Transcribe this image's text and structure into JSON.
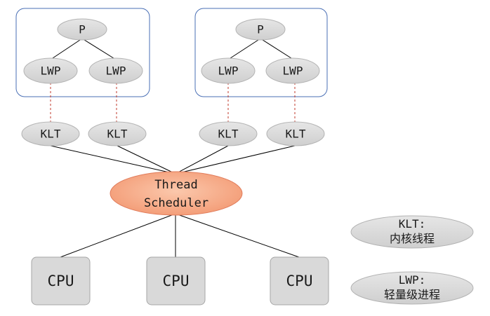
{
  "process_groups": [
    {
      "process": "P",
      "lwps": [
        "LWP",
        "LWP"
      ],
      "klts": [
        "KLT",
        "KLT"
      ]
    },
    {
      "process": "P",
      "lwps": [
        "LWP",
        "LWP"
      ],
      "klts": [
        "KLT",
        "KLT"
      ]
    }
  ],
  "scheduler": {
    "line1": "Thread",
    "line2": "Scheduler"
  },
  "cpus": [
    "CPU",
    "CPU",
    "CPU"
  ],
  "legend": [
    {
      "term": "KLT:",
      "meaning": "内核线程"
    },
    {
      "term": "LWP:",
      "meaning": "轻量级进程"
    }
  ],
  "colors": {
    "group_border": "#4a6fb5",
    "node_fill": "#d9d9d9",
    "node_stroke": "#b3b3b3",
    "scheduler_fill": "#f4a582",
    "scheduler_stroke": "#e07b5a",
    "cpu_fill": "#d9d9d9",
    "cpu_stroke": "#a6a6a6",
    "dashed_link": "#c0392b",
    "edge": "#000000"
  }
}
